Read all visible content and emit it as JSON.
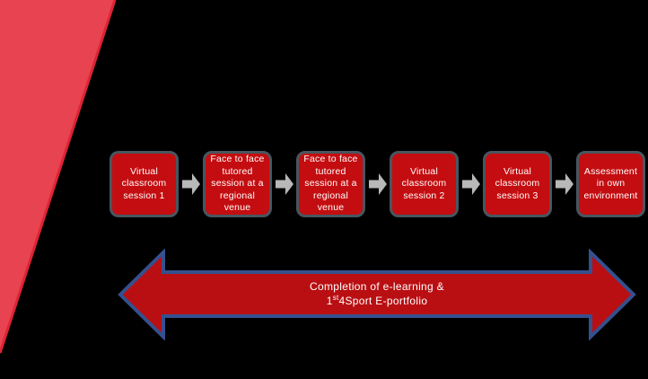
{
  "canvas": {
    "background_color": "#000000"
  },
  "decor": {
    "wedge_fill": "#e84350",
    "wedge_edge": "#dd2434"
  },
  "flow": {
    "box_fill": "#c40d10",
    "box_border": "#475660",
    "connector_fill": "#b8b8b8",
    "text_color": "#ffffff",
    "steps": [
      {
        "label": "Virtual classroom session 1"
      },
      {
        "label": "Face to face tutored session at a regional venue"
      },
      {
        "label": "Face to face tutored session at a regional venue"
      },
      {
        "label": "Virtual classroom session 2"
      },
      {
        "label": "Virtual classroom session 3"
      },
      {
        "label": "Assessment in own environment"
      }
    ]
  },
  "timeline": {
    "fill": "#b90f12",
    "border": "#35508e",
    "text_color": "#ffffff",
    "line1": "Completion of e-learning &",
    "line2_prefix": "1",
    "line2_sup": "st",
    "line2_rest": "4Sport E-portfolio"
  }
}
